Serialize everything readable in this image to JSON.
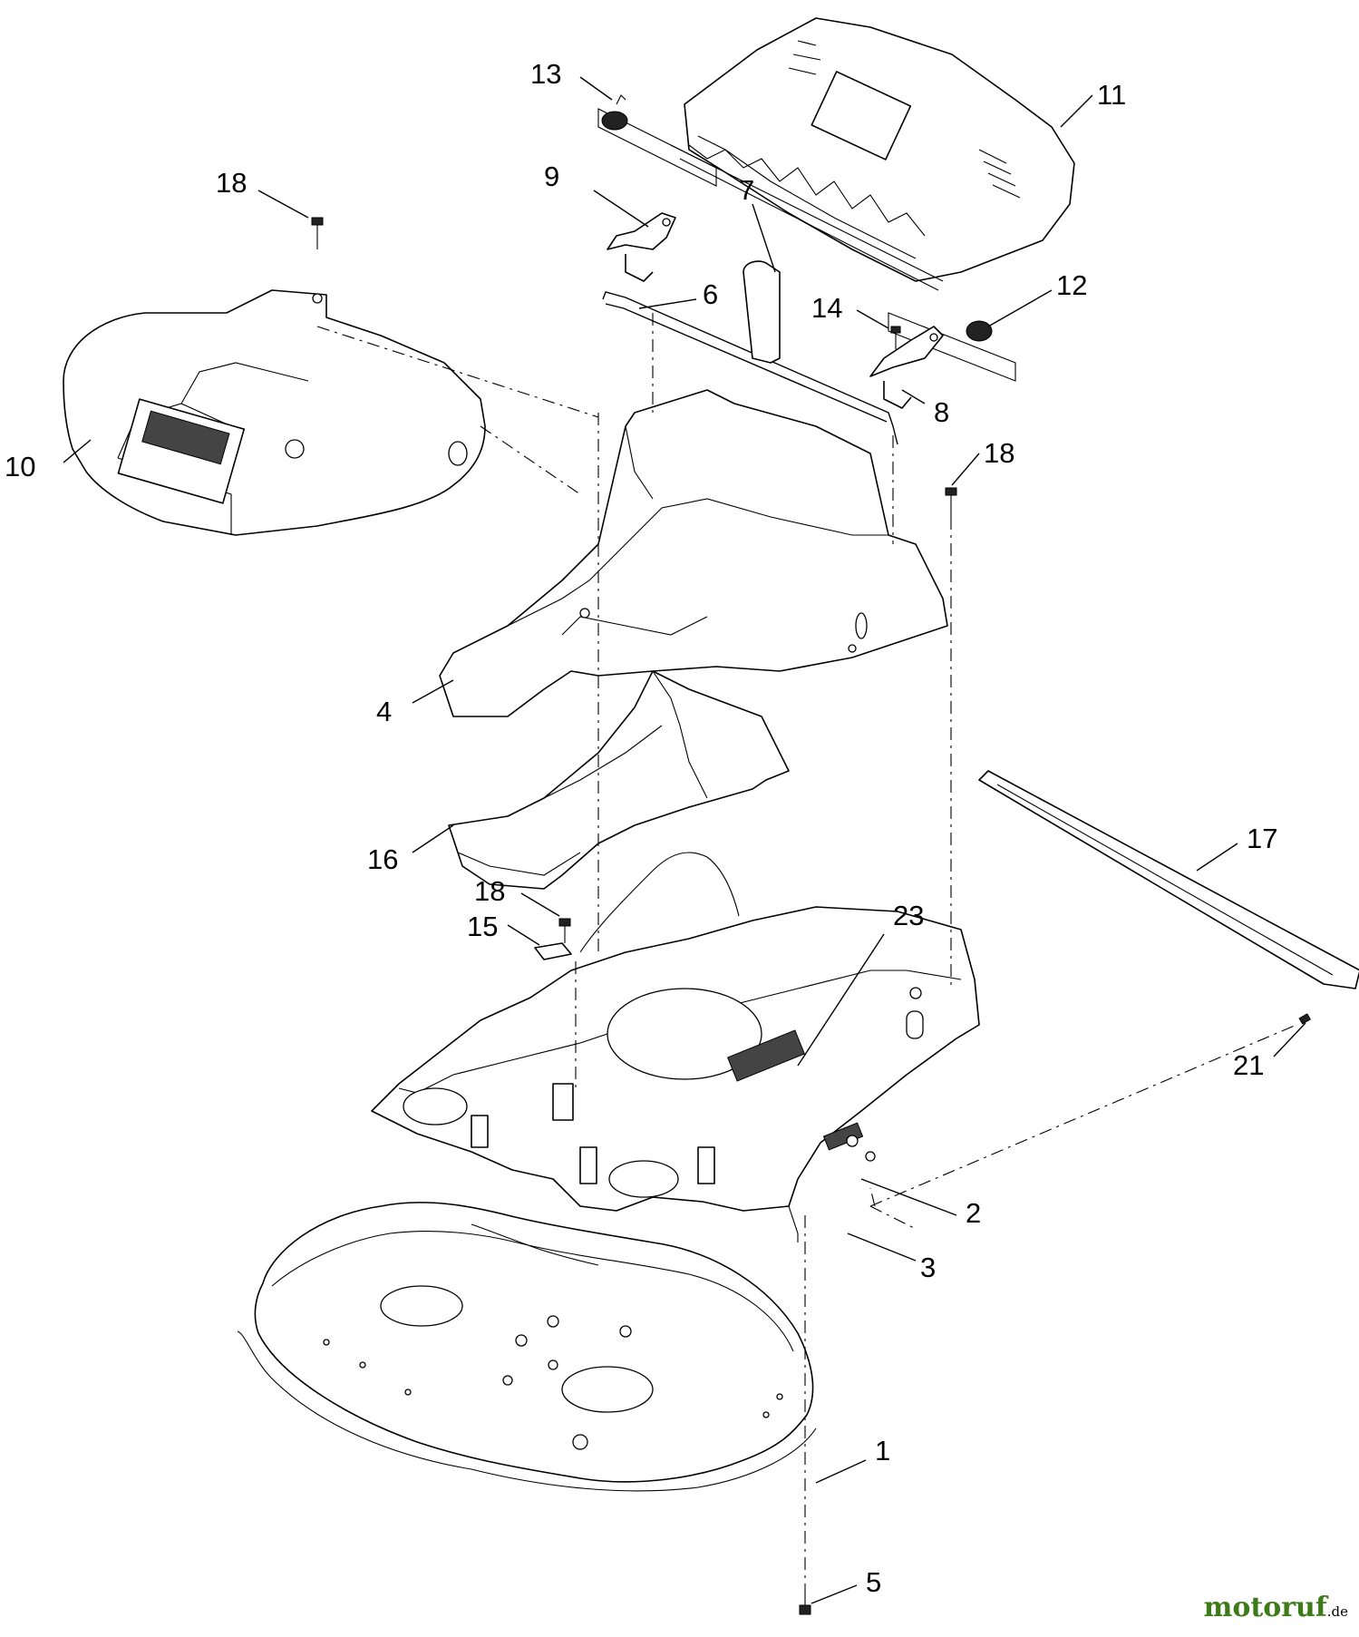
{
  "diagram": {
    "callouts": [
      {
        "id": "c1",
        "label": "1"
      },
      {
        "id": "c2",
        "label": "2"
      },
      {
        "id": "c3",
        "label": "3"
      },
      {
        "id": "c4",
        "label": "4"
      },
      {
        "id": "c5",
        "label": "5"
      },
      {
        "id": "c6",
        "label": "6"
      },
      {
        "id": "c7",
        "label": "7"
      },
      {
        "id": "c8",
        "label": "8"
      },
      {
        "id": "c9",
        "label": "9"
      },
      {
        "id": "c10",
        "label": "10"
      },
      {
        "id": "c11",
        "label": "11"
      },
      {
        "id": "c12",
        "label": "12"
      },
      {
        "id": "c13",
        "label": "13"
      },
      {
        "id": "c14",
        "label": "14"
      },
      {
        "id": "c15",
        "label": "15"
      },
      {
        "id": "c16",
        "label": "16"
      },
      {
        "id": "c17",
        "label": "17"
      },
      {
        "id": "c18a",
        "label": "18"
      },
      {
        "id": "c18b",
        "label": "18"
      },
      {
        "id": "c18c",
        "label": "18"
      },
      {
        "id": "c21",
        "label": "21"
      },
      {
        "id": "c23",
        "label": "23"
      }
    ]
  },
  "watermark": {
    "brand": "motoruf",
    "suffix": ".de",
    "accent_color": "#3d7a1a"
  }
}
